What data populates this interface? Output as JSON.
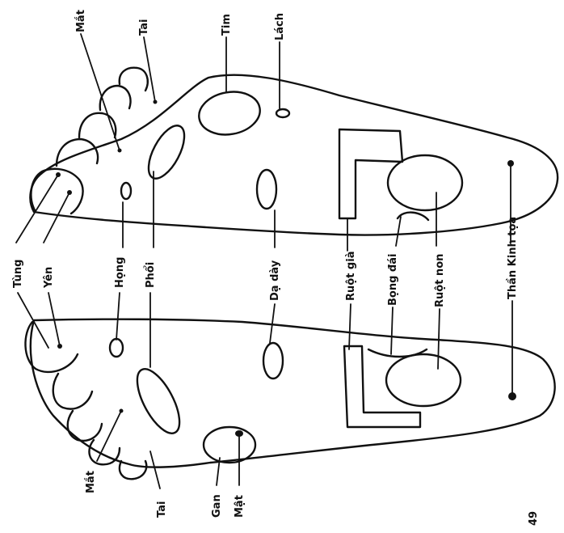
{
  "labels": {
    "tai_ngoai_phai": "Tai",
    "mat_ngoai_phai": "Mắt",
    "tim": "Tim",
    "lach": "Lách",
    "tai_trai": "Tai",
    "mat_trai": "Mắt",
    "gan": "Gan",
    "mat_tui_mat": "Mật",
    "tung": "Tùng",
    "yen": "Yên",
    "hong": "Họng",
    "phoi": "Phổi",
    "da_day": "Dạ dày",
    "ruot_gia": "Ruột già",
    "bong_dai": "Bọng đái",
    "ruot_non": "Ruột non",
    "than_kinh_toa": "Thần Kinh tọa",
    "page_mark": "49"
  },
  "colors": {
    "ink": "#111111",
    "paper": "#ffffff"
  }
}
